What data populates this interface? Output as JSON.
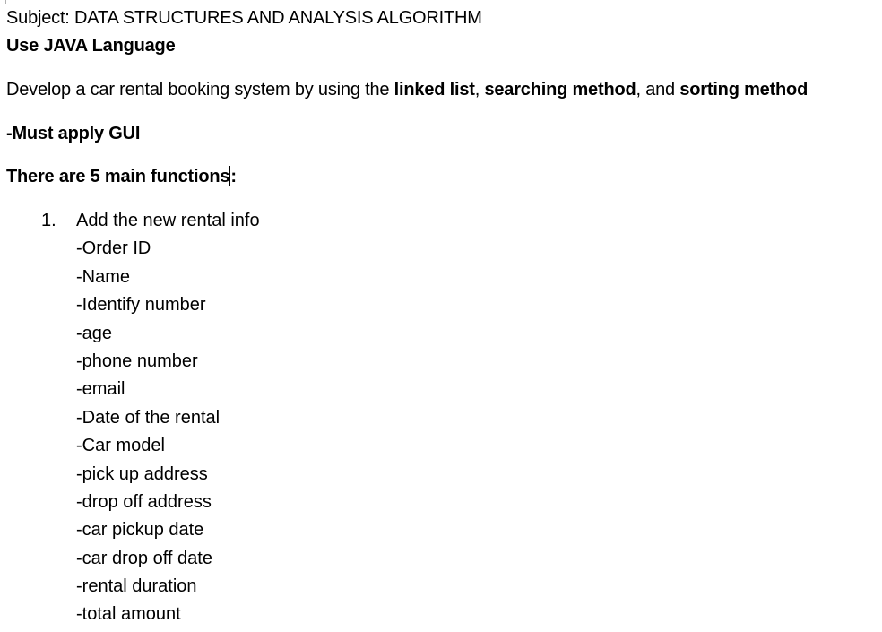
{
  "document": {
    "subject_line": "Subject: DATA STRUCTURES AND ANALYSIS ALGORITHM",
    "language_line": "Use JAVA Language",
    "description": {
      "prefix": "Develop a car rental booking system by using the ",
      "term1": "linked list",
      "sep1": ", ",
      "term2": "searching method",
      "sep2": ", and ",
      "term3": "sorting method"
    },
    "gui_requirement": "-Must apply GUI",
    "functions_heading": {
      "text": "There are 5 main functions",
      "suffix": ":"
    },
    "functions": [
      {
        "number": "1.",
        "title": "Add the new rental info",
        "fields": [
          "-Order ID",
          "-Name",
          "-Identify number",
          "-age",
          "-phone number",
          "-email",
          "-Date of the rental",
          "-Car model",
          "-pick up address",
          "-drop off address",
          "-car pickup date",
          "-car drop off date",
          "-rental duration",
          "-total amount"
        ]
      }
    ]
  }
}
